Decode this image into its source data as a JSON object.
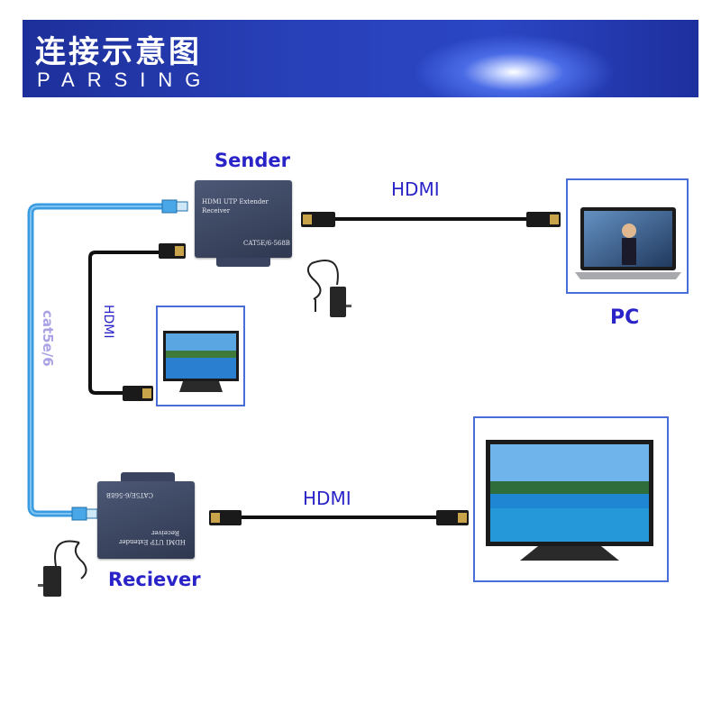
{
  "banner": {
    "title": "连接示意图",
    "subtitle": "PARSING"
  },
  "labels": {
    "sender": "Sender",
    "receiver": "Reciever",
    "pc": "PC",
    "hdmi_top": "HDMI",
    "hdmi_bottom": "HDMI",
    "hdmi_vertical": "HDMI",
    "cat": "cat5e/6"
  },
  "sender_box": {
    "line1": "HDMI  UTP Extender",
    "line2": "Receiver",
    "line3": "CAT5E/6-568B"
  },
  "receiver_box": {
    "line1": "HDMI  UTP Extender",
    "line2": "Receiver",
    "line3": "CAT5E/6-568B"
  },
  "colors": {
    "label": "#2a23c8",
    "frame": "#4a6ed8",
    "cat_cable": "#3b9be0",
    "cat_text": "#a9a3e6",
    "banner": "#2840b8"
  },
  "icons": [
    "hdmi-plug-icon",
    "rj45-plug-icon",
    "power-adapter-icon",
    "laptop-icon",
    "monitor-icon"
  ]
}
